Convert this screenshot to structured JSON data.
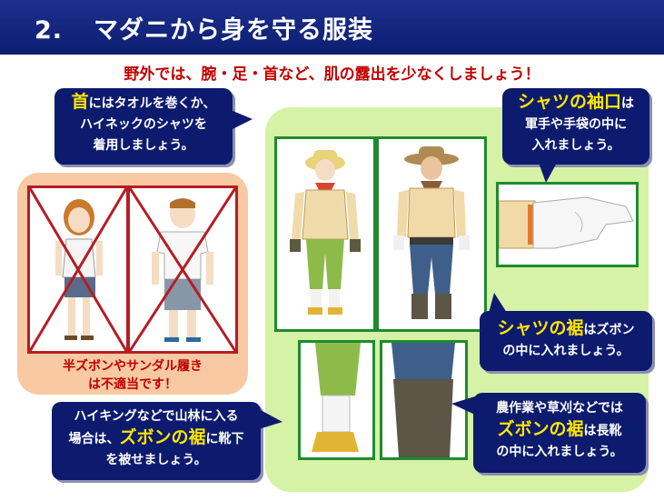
{
  "header": {
    "number": "2.",
    "title": "マダニから身を守る服装"
  },
  "subtitle": "野外では、腕・足・首など、肌の露出を少なくしましょう！",
  "callouts": {
    "neck": {
      "highlight": "首",
      "line1_rest": "にはタオルを巻くか、",
      "line2": "ハイネックのシャツを",
      "line3": "着用しましょう。"
    },
    "cuff": {
      "highlight": "シャツの袖口",
      "line1_rest": "は",
      "line2": "軍手や手袋の中に",
      "line3": "入れましょう。"
    },
    "hem": {
      "highlight": "シャツの裾",
      "line1_rest": "はズボン",
      "line2": "の中に入れましょう。"
    },
    "hiking": {
      "line1": "ハイキングなどで山林に入る",
      "line2_pre": "場合は、",
      "highlight": "ズボンの裾",
      "line2_post": "に靴下",
      "line3": "を被せましょう。"
    },
    "farm": {
      "line1": "農作業や草刈などでは",
      "highlight": "ズボンの裾",
      "line2_post": "は長靴",
      "line3": "の中に入れましょう。"
    }
  },
  "warning": {
    "line1": "半ズボンやサンダル履き",
    "line2": "は不適当です！"
  },
  "colors": {
    "header_bg": "#0d1f72",
    "accent_red": "#c00000",
    "callout_bg": "#0d1b6e",
    "highlight": "#ffe600",
    "green_panel": "#d5f2a6",
    "peach_panel": "#f8c9a3"
  }
}
